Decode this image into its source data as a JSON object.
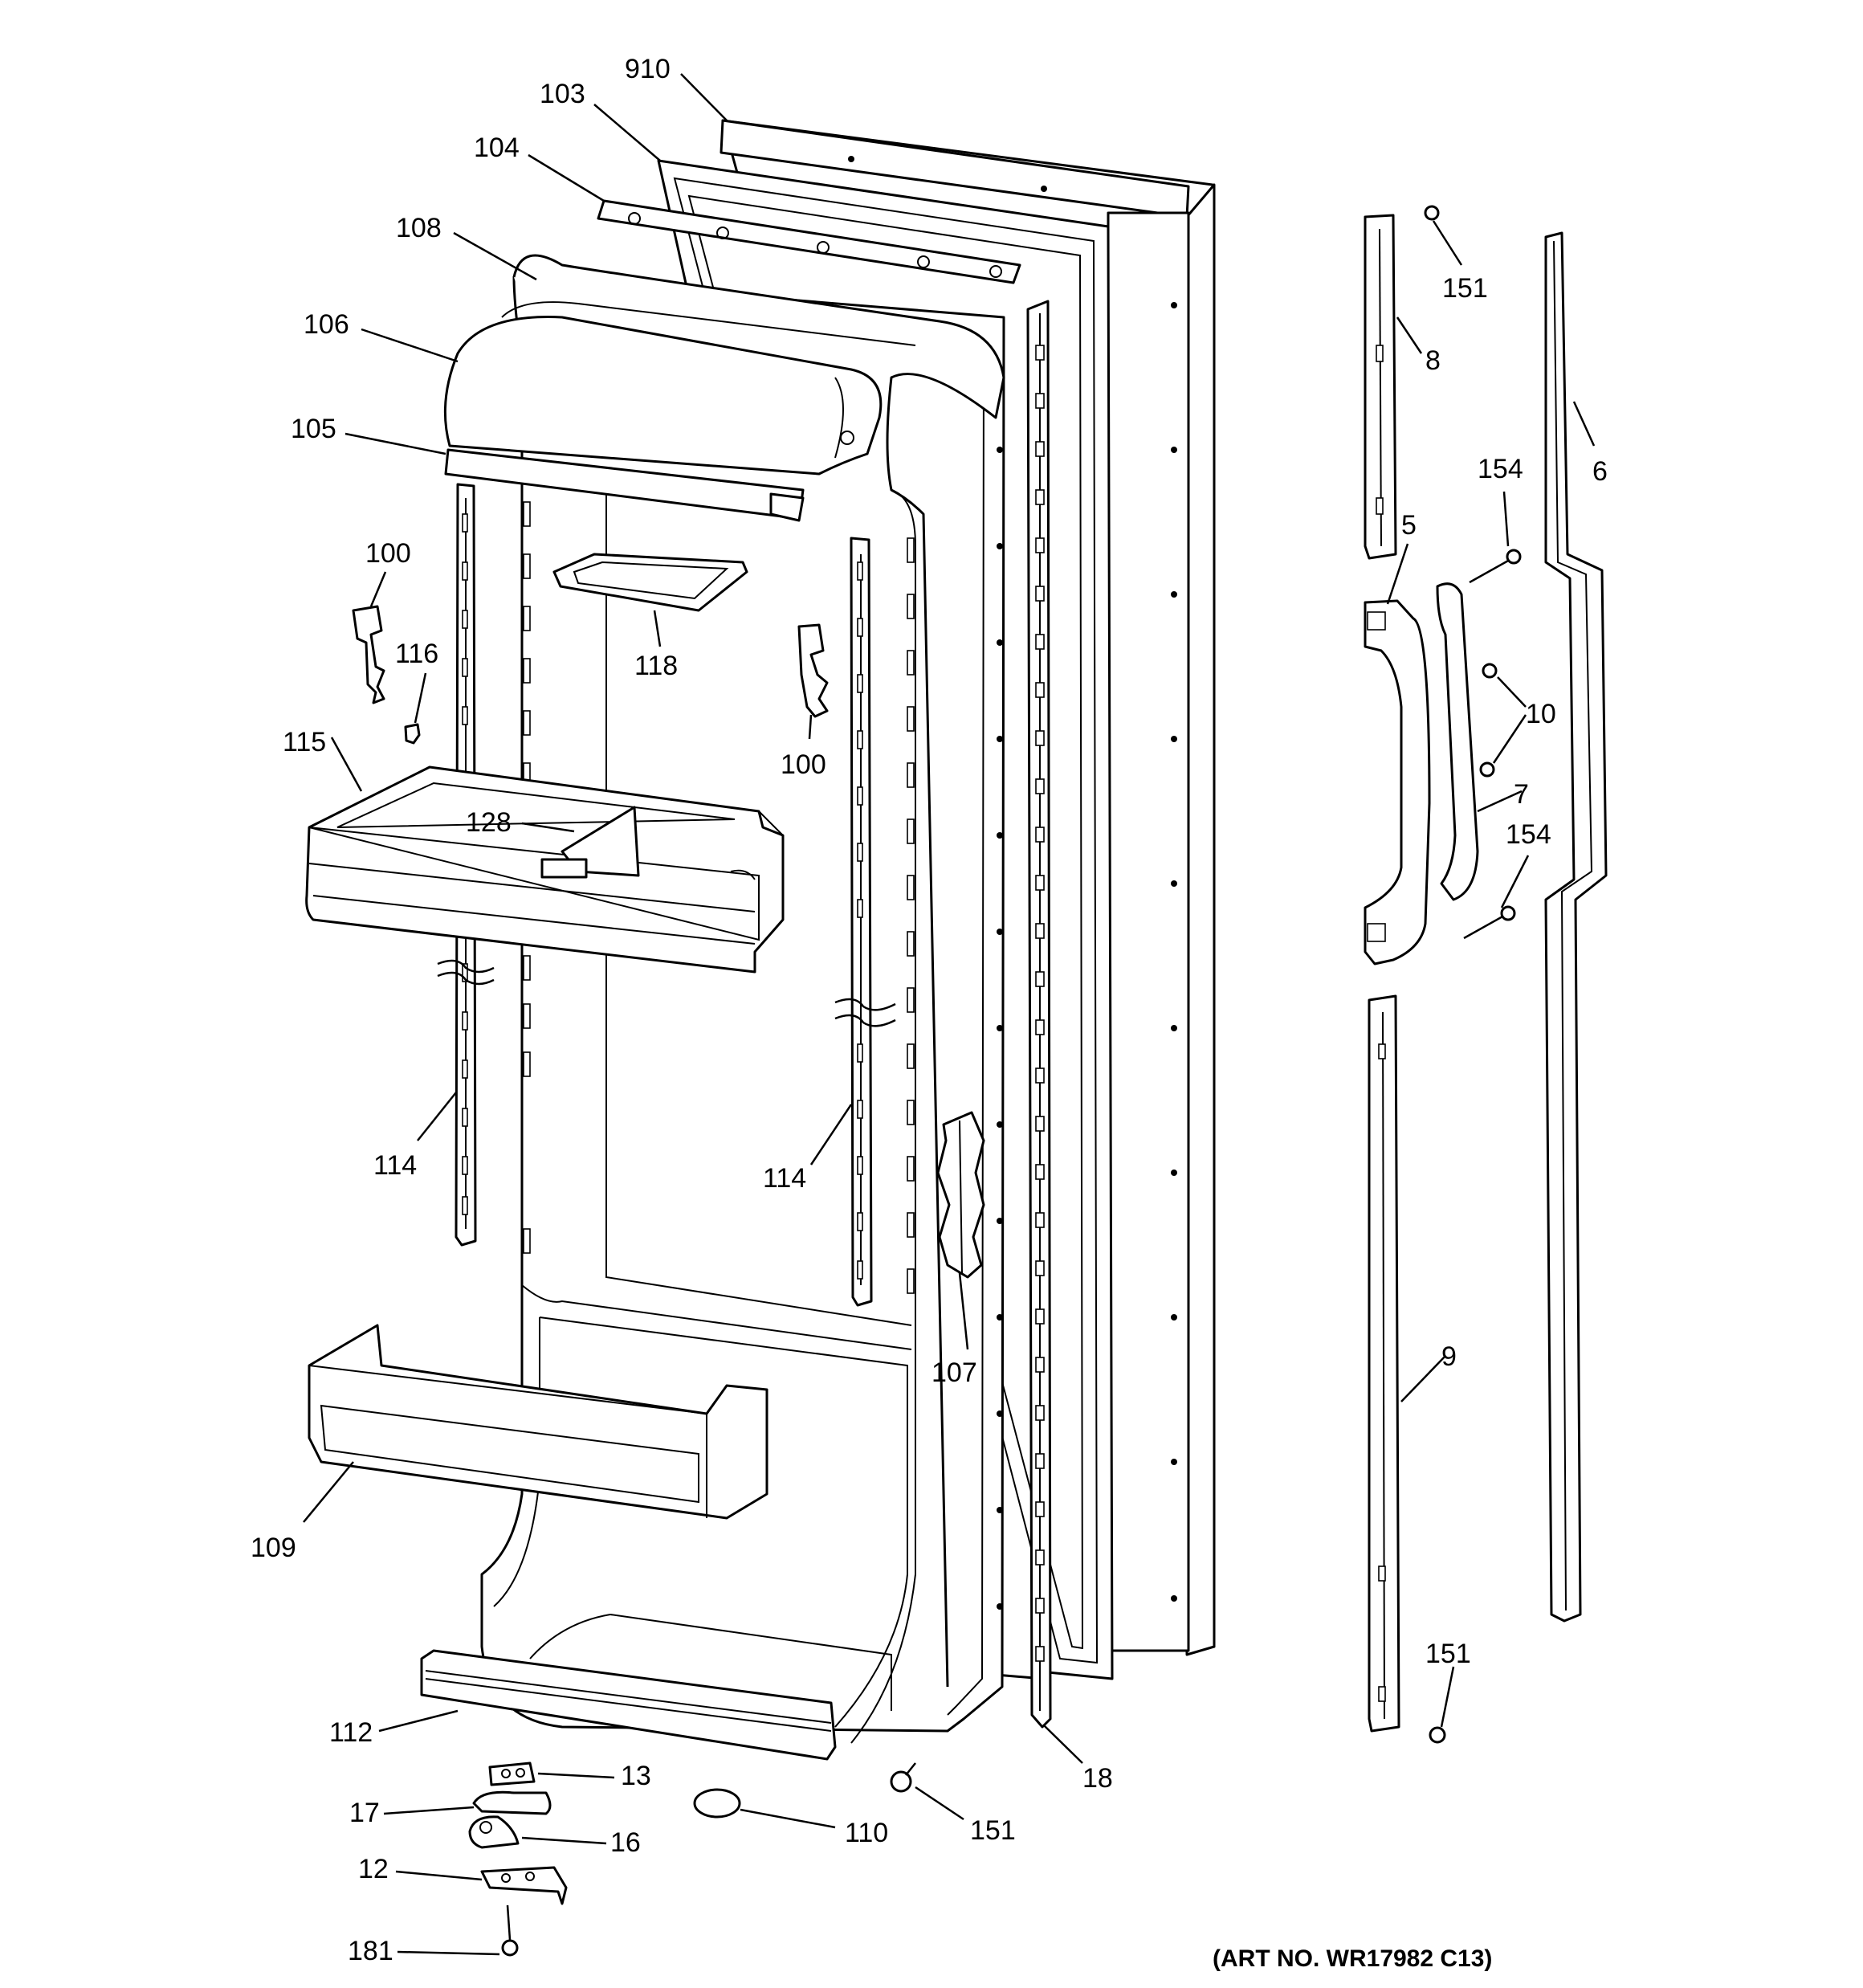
{
  "art_number": "(ART NO. WR17982 C13)",
  "labels": {
    "l910": "910",
    "l103": "103",
    "l104": "104",
    "l108": "108",
    "l106": "106",
    "l105": "105",
    "l100a": "100",
    "l116": "116",
    "l118": "118",
    "l100b": "100",
    "l115": "115",
    "l128": "128",
    "l114a": "114",
    "l114b": "114",
    "l107": "107",
    "l109": "109",
    "l112": "112",
    "l13": "13",
    "l17": "17",
    "l16": "16",
    "l12": "12",
    "l181": "181",
    "l110": "110",
    "l151c": "151",
    "l18": "18",
    "l151a": "151",
    "l8": "8",
    "l6": "6",
    "l154a": "154",
    "l5": "5",
    "l10": "10",
    "l7": "7",
    "l154b": "154",
    "l9": "9",
    "l151b": "151"
  }
}
